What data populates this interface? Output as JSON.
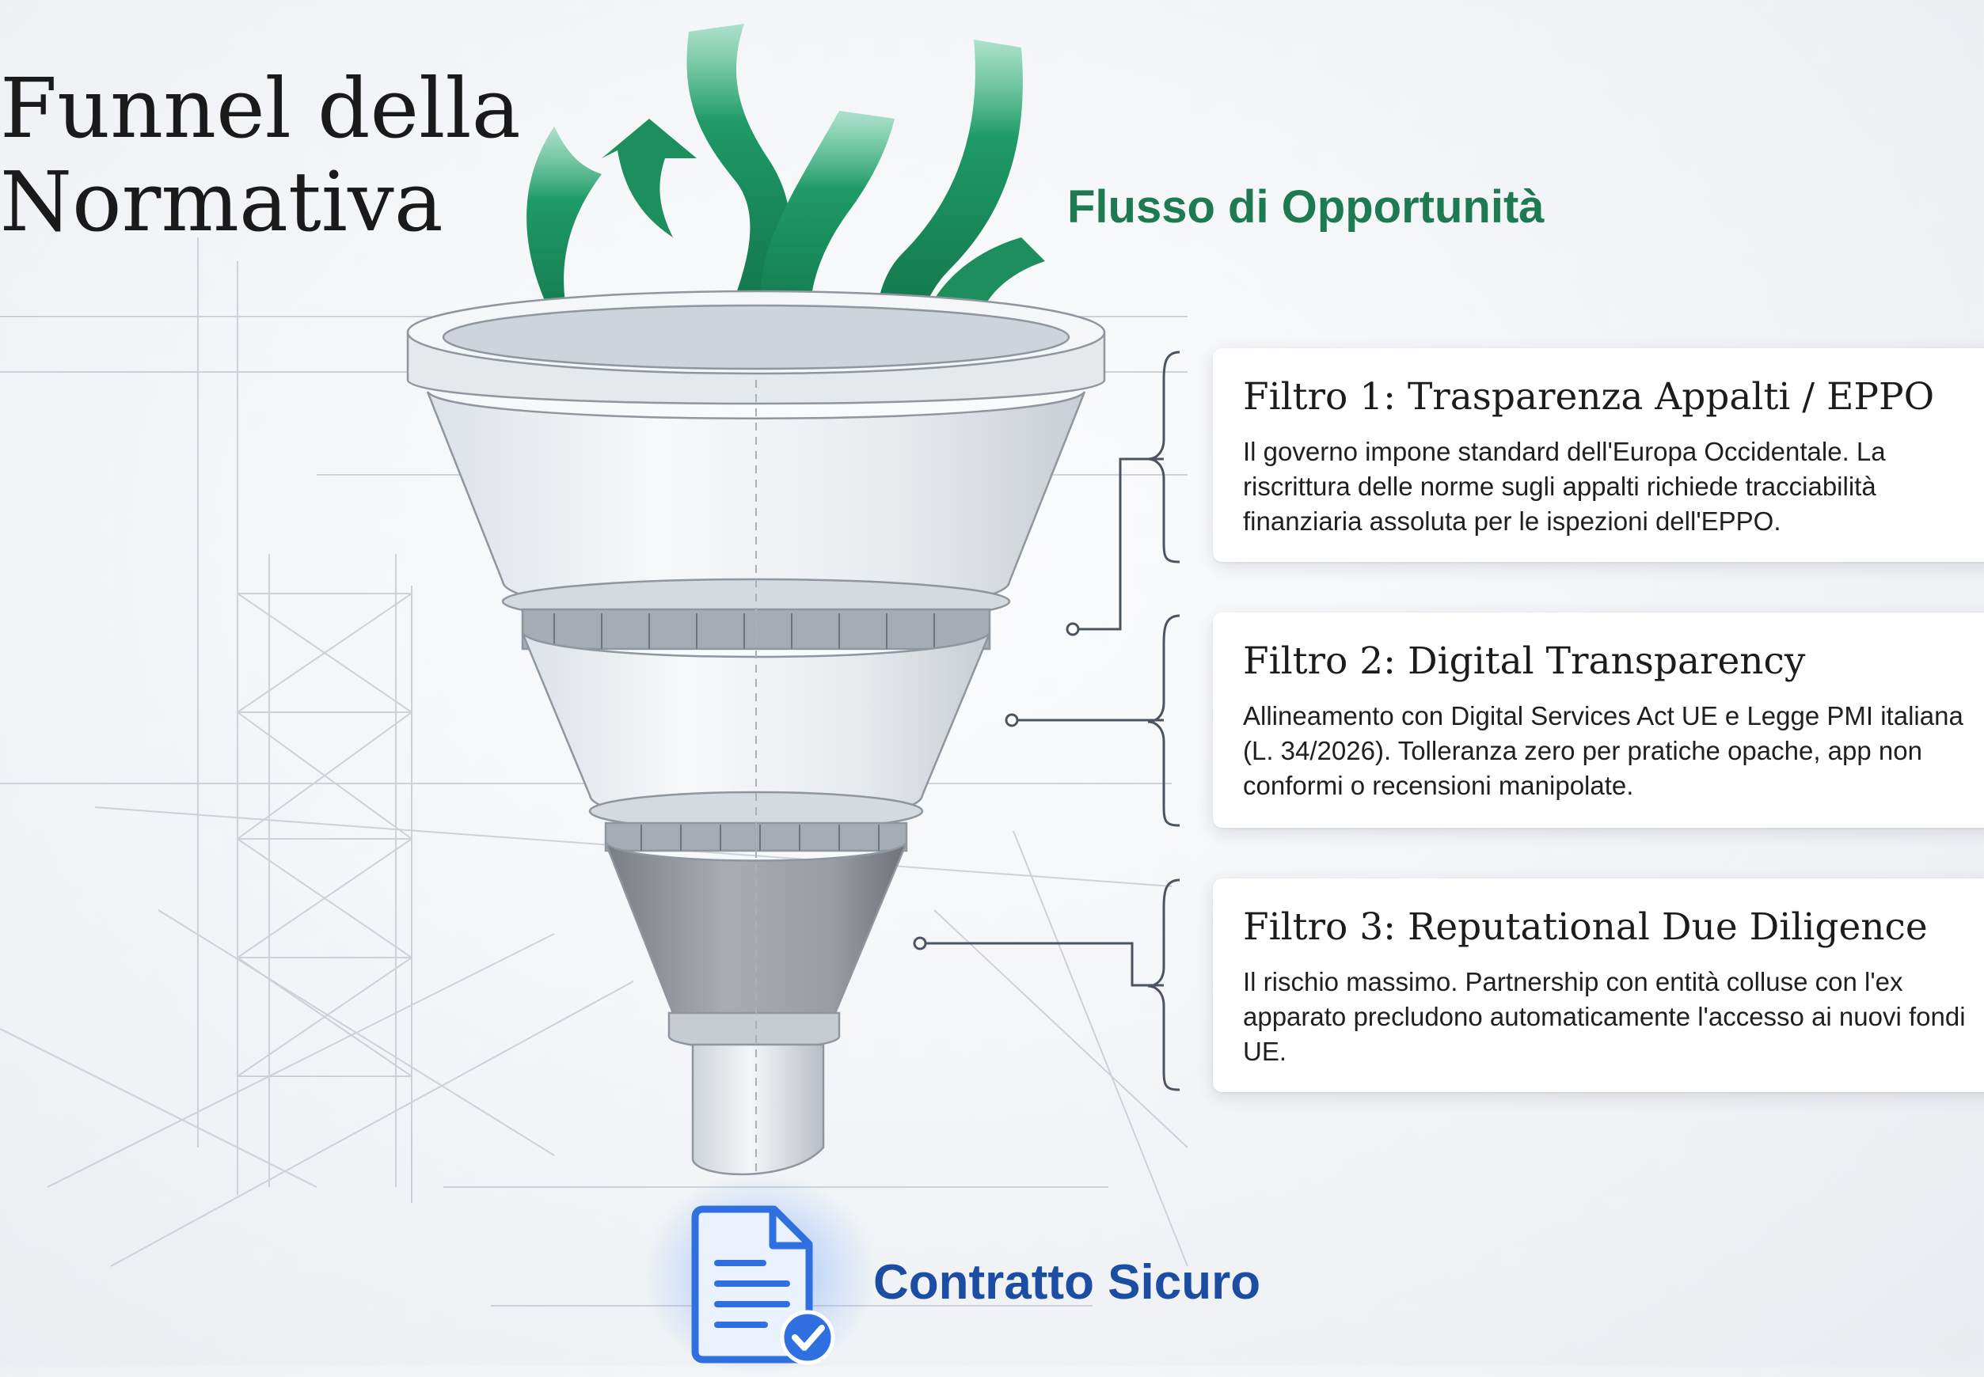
{
  "title": {
    "line1": "Funnel della",
    "line2": "Normativa"
  },
  "flow_label": "Flusso di Opportunità",
  "filters": [
    {
      "title": "Filtro 1: Trasparenza Appalti / EPPO",
      "description": "Il governo impone standard dell'Europa Occidentale. La riscrittura delle norme sugli appalti richiede tracciabilità finanziaria assoluta per le ispezioni dell'EPPO."
    },
    {
      "title": "Filtro 2: Digital Transparency",
      "description": "Allineamento con Digital Services Act UE e Legge PMI italiana (L. 34/2026). Tolleranza zero per pratiche opache, app non conformi o recensioni manipolate."
    },
    {
      "title": "Filtro 3: Reputational Due Diligence",
      "description": "Il rischio massimo. Partnership con entità colluse con l'ex apparato precludono automaticamente l'accesso ai nuovi fondi UE."
    }
  ],
  "result_label": "Contratto Sicuro",
  "icons": {
    "funnel": "funnel-icon",
    "flow": "green-ribbon-flow-icon",
    "document": "document-check-icon",
    "scaffold": "scaffold-sketch-icon"
  },
  "colors": {
    "flow_green": "#1e7a53",
    "ribbon_green": "#1f9a66",
    "result_blue": "#1b4ea3",
    "doc_blue": "#2f6fe0"
  }
}
